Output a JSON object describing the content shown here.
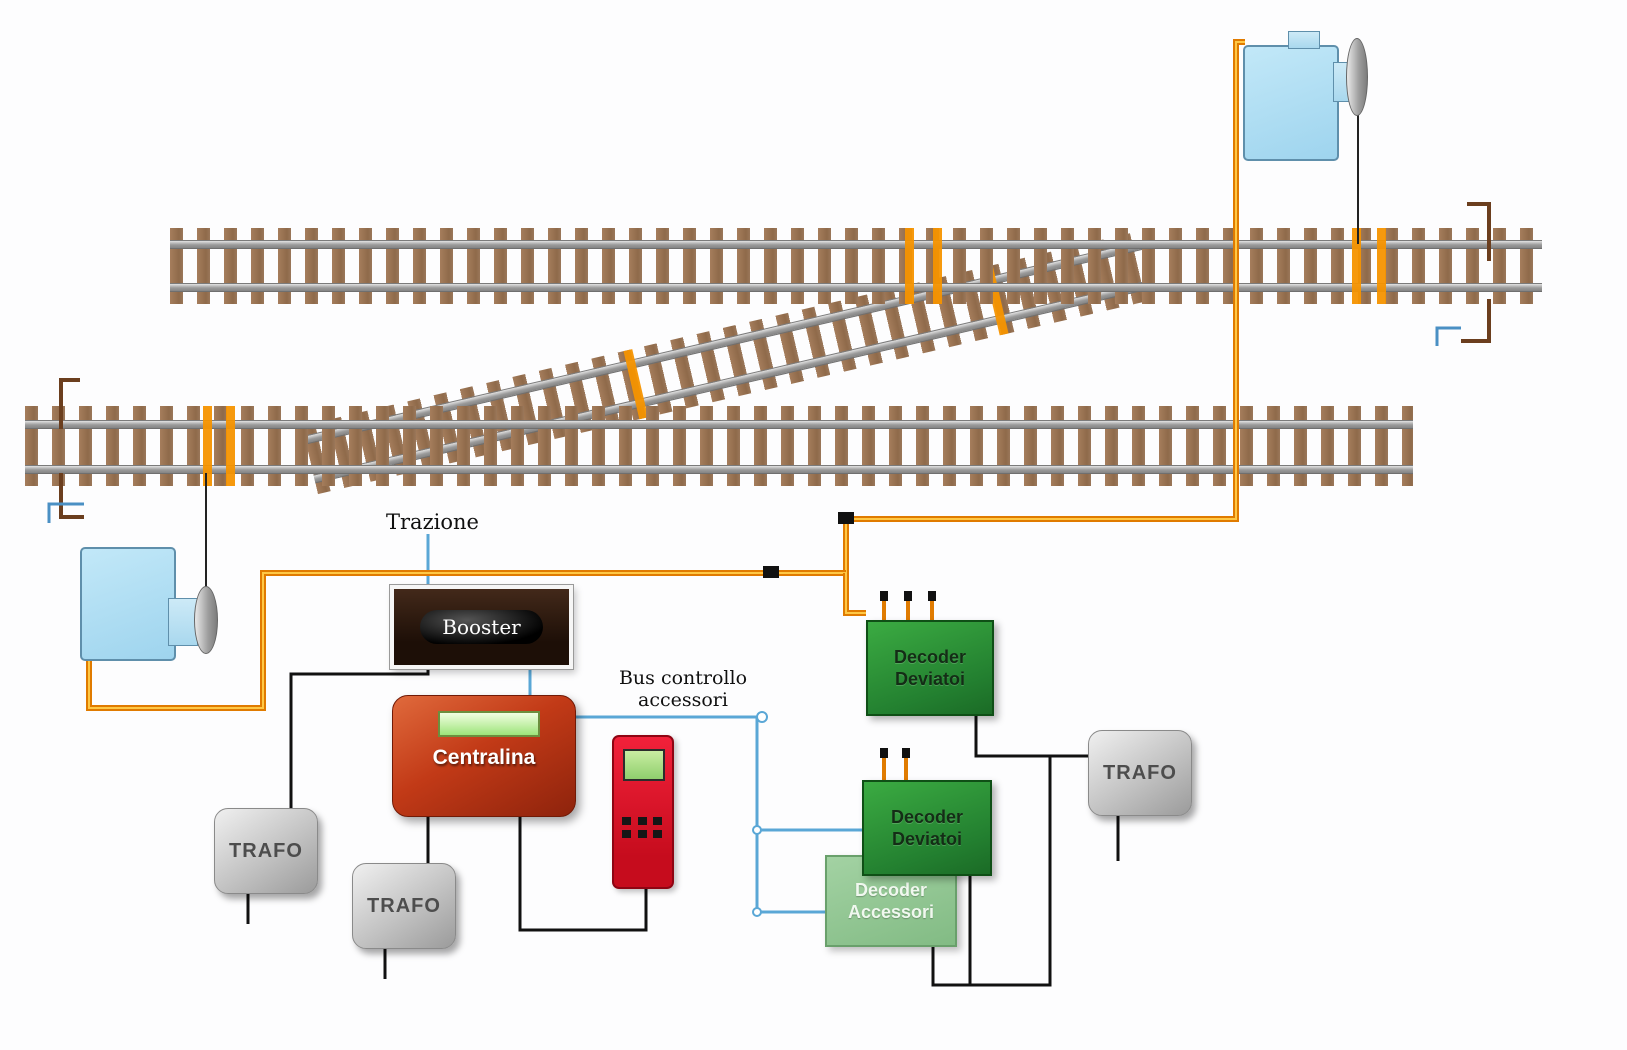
{
  "labels": {
    "trazione": "Trazione",
    "bus_controllo_line1": "Bus controllo",
    "bus_controllo_line2": "accessori"
  },
  "devices": {
    "booster": {
      "label": "Booster"
    },
    "centralina": {
      "label": "Centralina"
    },
    "decoder_deviatoi_1": {
      "label_line1": "Decoder",
      "label_line2": "Deviatoi"
    },
    "decoder_deviatoi_2": {
      "label_line1": "Decoder",
      "label_line2": "Deviatoi"
    },
    "decoder_accessori": {
      "label_line1": "Decoder",
      "label_line2": "Accessori"
    },
    "trafo_1": {
      "label": "TRAFO"
    },
    "trafo_2": {
      "label": "TRAFO"
    },
    "trafo_3": {
      "label": "TRAFO"
    }
  },
  "colors": {
    "track_power_wire": "#e07b00",
    "track_power_wire_inner": "#ffc845",
    "accessory_bus_wire": "#5aa7d6",
    "black_wire": "#111111",
    "decoder_green": "#2f9e38",
    "decoder_accessori_green": "#8fc590",
    "centralina_red": "#c23a17",
    "controller_red": "#e5142a",
    "trafo_gray": "#c9c9c9",
    "booster_dark": "#2b1a10",
    "switch_machine_blue": "#a8dcf2",
    "tie_brown": "#9a7757",
    "rail_gray": "#b9b9b9",
    "insulated_joint_orange": "#f59300"
  }
}
